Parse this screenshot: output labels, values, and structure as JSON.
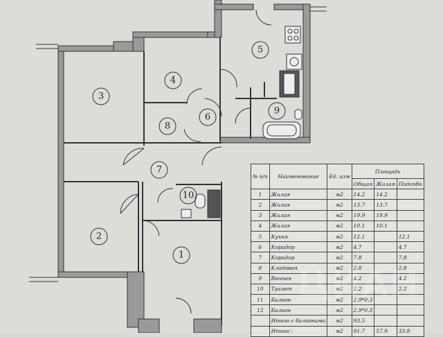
{
  "rooms": [
    {
      "num": "1"
    },
    {
      "num": "2"
    },
    {
      "num": "3"
    },
    {
      "num": "4"
    },
    {
      "num": "5"
    },
    {
      "num": "6"
    },
    {
      "num": "7"
    },
    {
      "num": "8"
    },
    {
      "num": "9"
    },
    {
      "num": "10"
    }
  ],
  "table": {
    "headers": {
      "num": "№ п/п",
      "name": "Наименование",
      "unit": "Ед. изм",
      "area": "Площадь",
      "total": "Общая",
      "living": "Жилая",
      "aux": "Подсобн"
    },
    "rows": [
      {
        "n": "1",
        "name": "Жилая",
        "unit": "м2",
        "total": "14.2",
        "living": "14.2",
        "aux": ""
      },
      {
        "n": "2",
        "name": "Жилая",
        "unit": "м2",
        "total": "13.7",
        "living": "13.7",
        "aux": ""
      },
      {
        "n": "3",
        "name": "Жилая",
        "unit": "м2",
        "total": "19.9",
        "living": "19.9",
        "aux": ""
      },
      {
        "n": "4",
        "name": "Жилая",
        "unit": "м2",
        "total": "10.1",
        "living": "10.1",
        "aux": ""
      },
      {
        "n": "5",
        "name": "Кухня",
        "unit": "м2",
        "total": "12.1",
        "living": "",
        "aux": "12.1"
      },
      {
        "n": "6",
        "name": "Коридор",
        "unit": "м2",
        "total": "4.7",
        "living": "",
        "aux": "4.7"
      },
      {
        "n": "7",
        "name": "Коридор",
        "unit": "м2",
        "total": "7.8",
        "living": "",
        "aux": "7.8"
      },
      {
        "n": "8",
        "name": "Кладовая",
        "unit": "м2",
        "total": "2.8",
        "living": "",
        "aux": "2.8"
      },
      {
        "n": "9",
        "name": "Ванная",
        "unit": "м2",
        "total": "4.2",
        "living": "",
        "aux": "4.2"
      },
      {
        "n": "10",
        "name": "Туалет",
        "unit": "м2",
        "total": "2.2",
        "living": "",
        "aux": "2.2"
      },
      {
        "n": "11",
        "name": "Балкон",
        "unit": "м2",
        "total": "2.9*0.3",
        "living": "",
        "aux": ""
      },
      {
        "n": "12",
        "name": "Балкон",
        "unit": "м2",
        "total": "2.9*0.3",
        "living": "",
        "aux": ""
      }
    ],
    "total_with_balconies": {
      "label": "Итого с балконами",
      "unit": "м2",
      "total": "93.5"
    },
    "total": {
      "label": "Итого :",
      "unit": "м2",
      "total": "91.7",
      "living": "57.9",
      "aux": "33.8"
    }
  },
  "watermark": "ЦИАН"
}
